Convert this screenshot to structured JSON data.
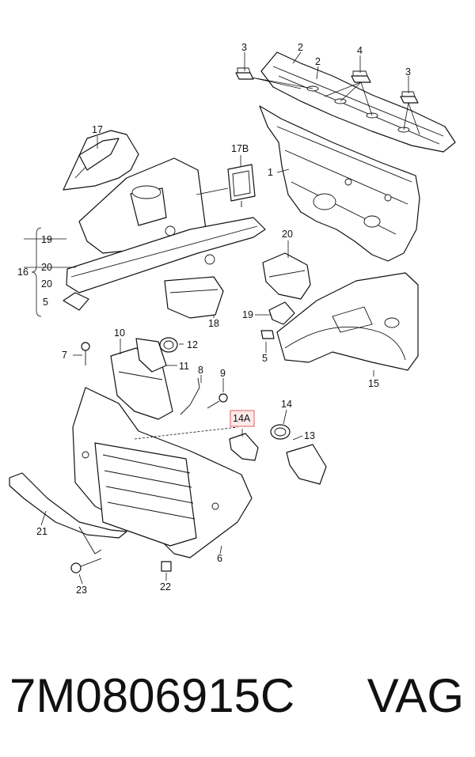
{
  "callouts": {
    "c1": "1",
    "c2a": "2",
    "c2b": "2",
    "c3a": "3",
    "c3b": "3",
    "c4": "4",
    "c5a": "5",
    "c5b": "5",
    "c6": "6",
    "c7": "7",
    "c8": "8",
    "c9": "9",
    "c10": "10",
    "c11": "11",
    "c12": "12",
    "c13": "13",
    "c14": "14",
    "c14A": "14A",
    "c15": "15",
    "c16": "16",
    "c17": "17",
    "c17B": "17B",
    "c18": "18",
    "c19a": "19",
    "c19b": "19",
    "c20a": "20",
    "c20b": "20",
    "c20c": "20",
    "c21": "21",
    "c22": "22",
    "c23": "23"
  },
  "highlight_color": "#e06060",
  "footer": {
    "part_number": "7M0806915C",
    "brand": "VAG"
  }
}
